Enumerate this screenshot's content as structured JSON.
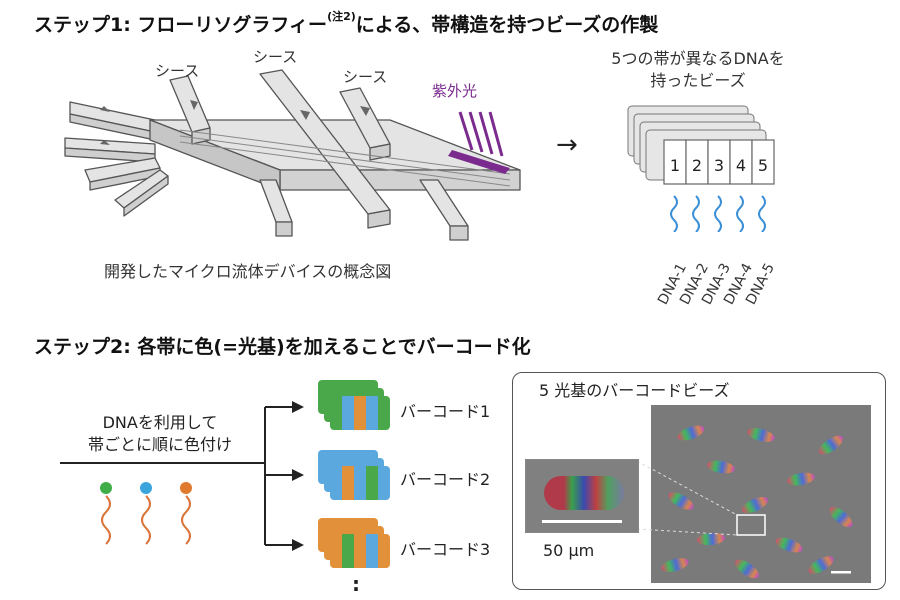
{
  "step1": {
    "title": "ステップ1:  フローリソグラフィー",
    "note": "(注2)",
    "title_suffix": "による、帯構造を持つビーズの作製",
    "sheath_labels": [
      "シース",
      "シース",
      "シース"
    ],
    "uv_label": "紫外光",
    "device_caption": "開発したマイクロ流体デバイスの概念図",
    "beads_title_line1": "5つの帯が異なるDNAを",
    "beads_title_line2": "持ったビーズ",
    "band_numbers": [
      "1",
      "2",
      "3",
      "4",
      "5"
    ],
    "dna_labels": [
      "DNA-1",
      "DNA-2",
      "DNA-3",
      "DNA-4",
      "DNA-5"
    ],
    "arrow_glyph": "→"
  },
  "step2": {
    "title": "ステップ2:  各帯に色(=光基)を加えることでバーコード化",
    "left_text_line1": "DNAを利用して",
    "left_text_line2": "帯ごとに順に色付け",
    "barcodes": [
      {
        "label": "バーコード1"
      },
      {
        "label": "バーコード2"
      },
      {
        "label": "バーコード3"
      }
    ],
    "ellipsis": ":",
    "micro_title": "5 光基のバーコードビーズ",
    "scale_label": "50 μm"
  },
  "colors": {
    "uv": "#7b2a8e",
    "dna_blue": "#3a8fd6",
    "dna_orange": "#d9743a",
    "dye_green": "#3fae49",
    "dye_blue": "#3aa4dd",
    "dye_orange": "#e07a2e",
    "band_green": "#4aa84a",
    "band_blue": "#5aa8de",
    "band_orange": "#e3903a",
    "device_fill": "#e4e4e4",
    "device_stroke": "#555555",
    "micro_bg": "#7a7a7a"
  }
}
